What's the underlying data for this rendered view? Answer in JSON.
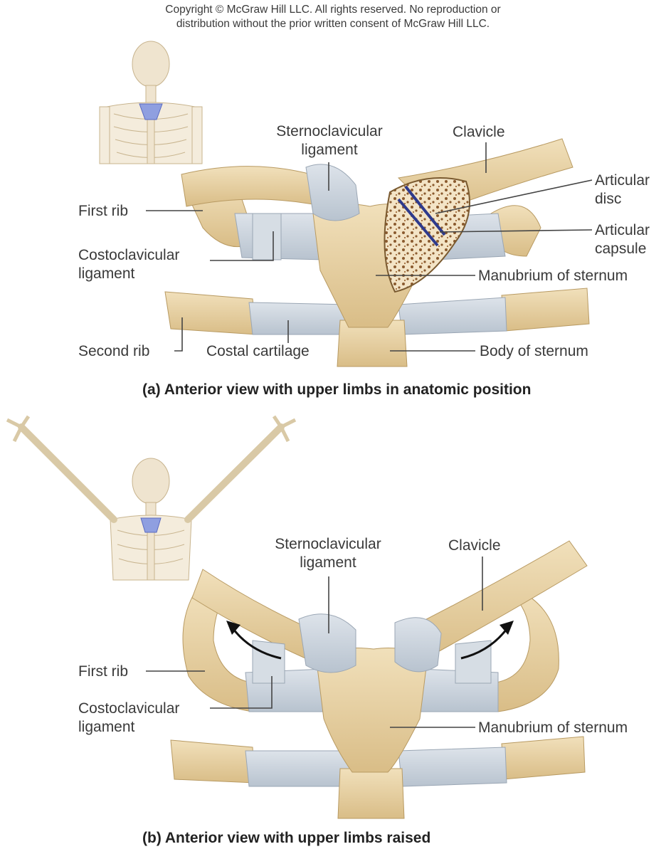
{
  "copyright": {
    "line1": "Copyright © McGraw Hill LLC. All rights reserved. No reproduction or",
    "line2": "distribution without the prior written consent of McGraw Hill LLC."
  },
  "panel_a": {
    "caption": "(a) Anterior view with upper limbs in anatomic position",
    "labels": {
      "sternoclavicular_1": "Sternoclavicular",
      "sternoclavicular_2": "ligament",
      "clavicle": "Clavicle",
      "articular_disc_1": "Articular",
      "articular_disc_2": "disc",
      "articular_capsule_1": "Articular",
      "articular_capsule_2": "capsule",
      "first_rib": "First rib",
      "costoclavicular_1": "Costoclavicular",
      "costoclavicular_2": "ligament",
      "manubrium": "Manubrium of sternum",
      "second_rib": "Second rib",
      "costal_cartilage": "Costal cartilage",
      "body_of_sternum": "Body of sternum"
    }
  },
  "panel_b": {
    "caption": "(b) Anterior view with upper limbs raised",
    "labels": {
      "sternoclavicular_1": "Sternoclavicular",
      "sternoclavicular_2": "ligament",
      "clavicle": "Clavicle",
      "first_rib": "First rib",
      "costoclavicular_1": "Costoclavicular",
      "costoclavicular_2": "ligament",
      "manubrium": "Manubrium of sternum"
    }
  },
  "colors": {
    "bone": "#e9d3a6",
    "bone_dark": "#c9aa72",
    "ligament": "#cfd6de",
    "ligament_dark": "#a9b4c0",
    "leader": "#444444",
    "disc": "#2e3a8c"
  }
}
